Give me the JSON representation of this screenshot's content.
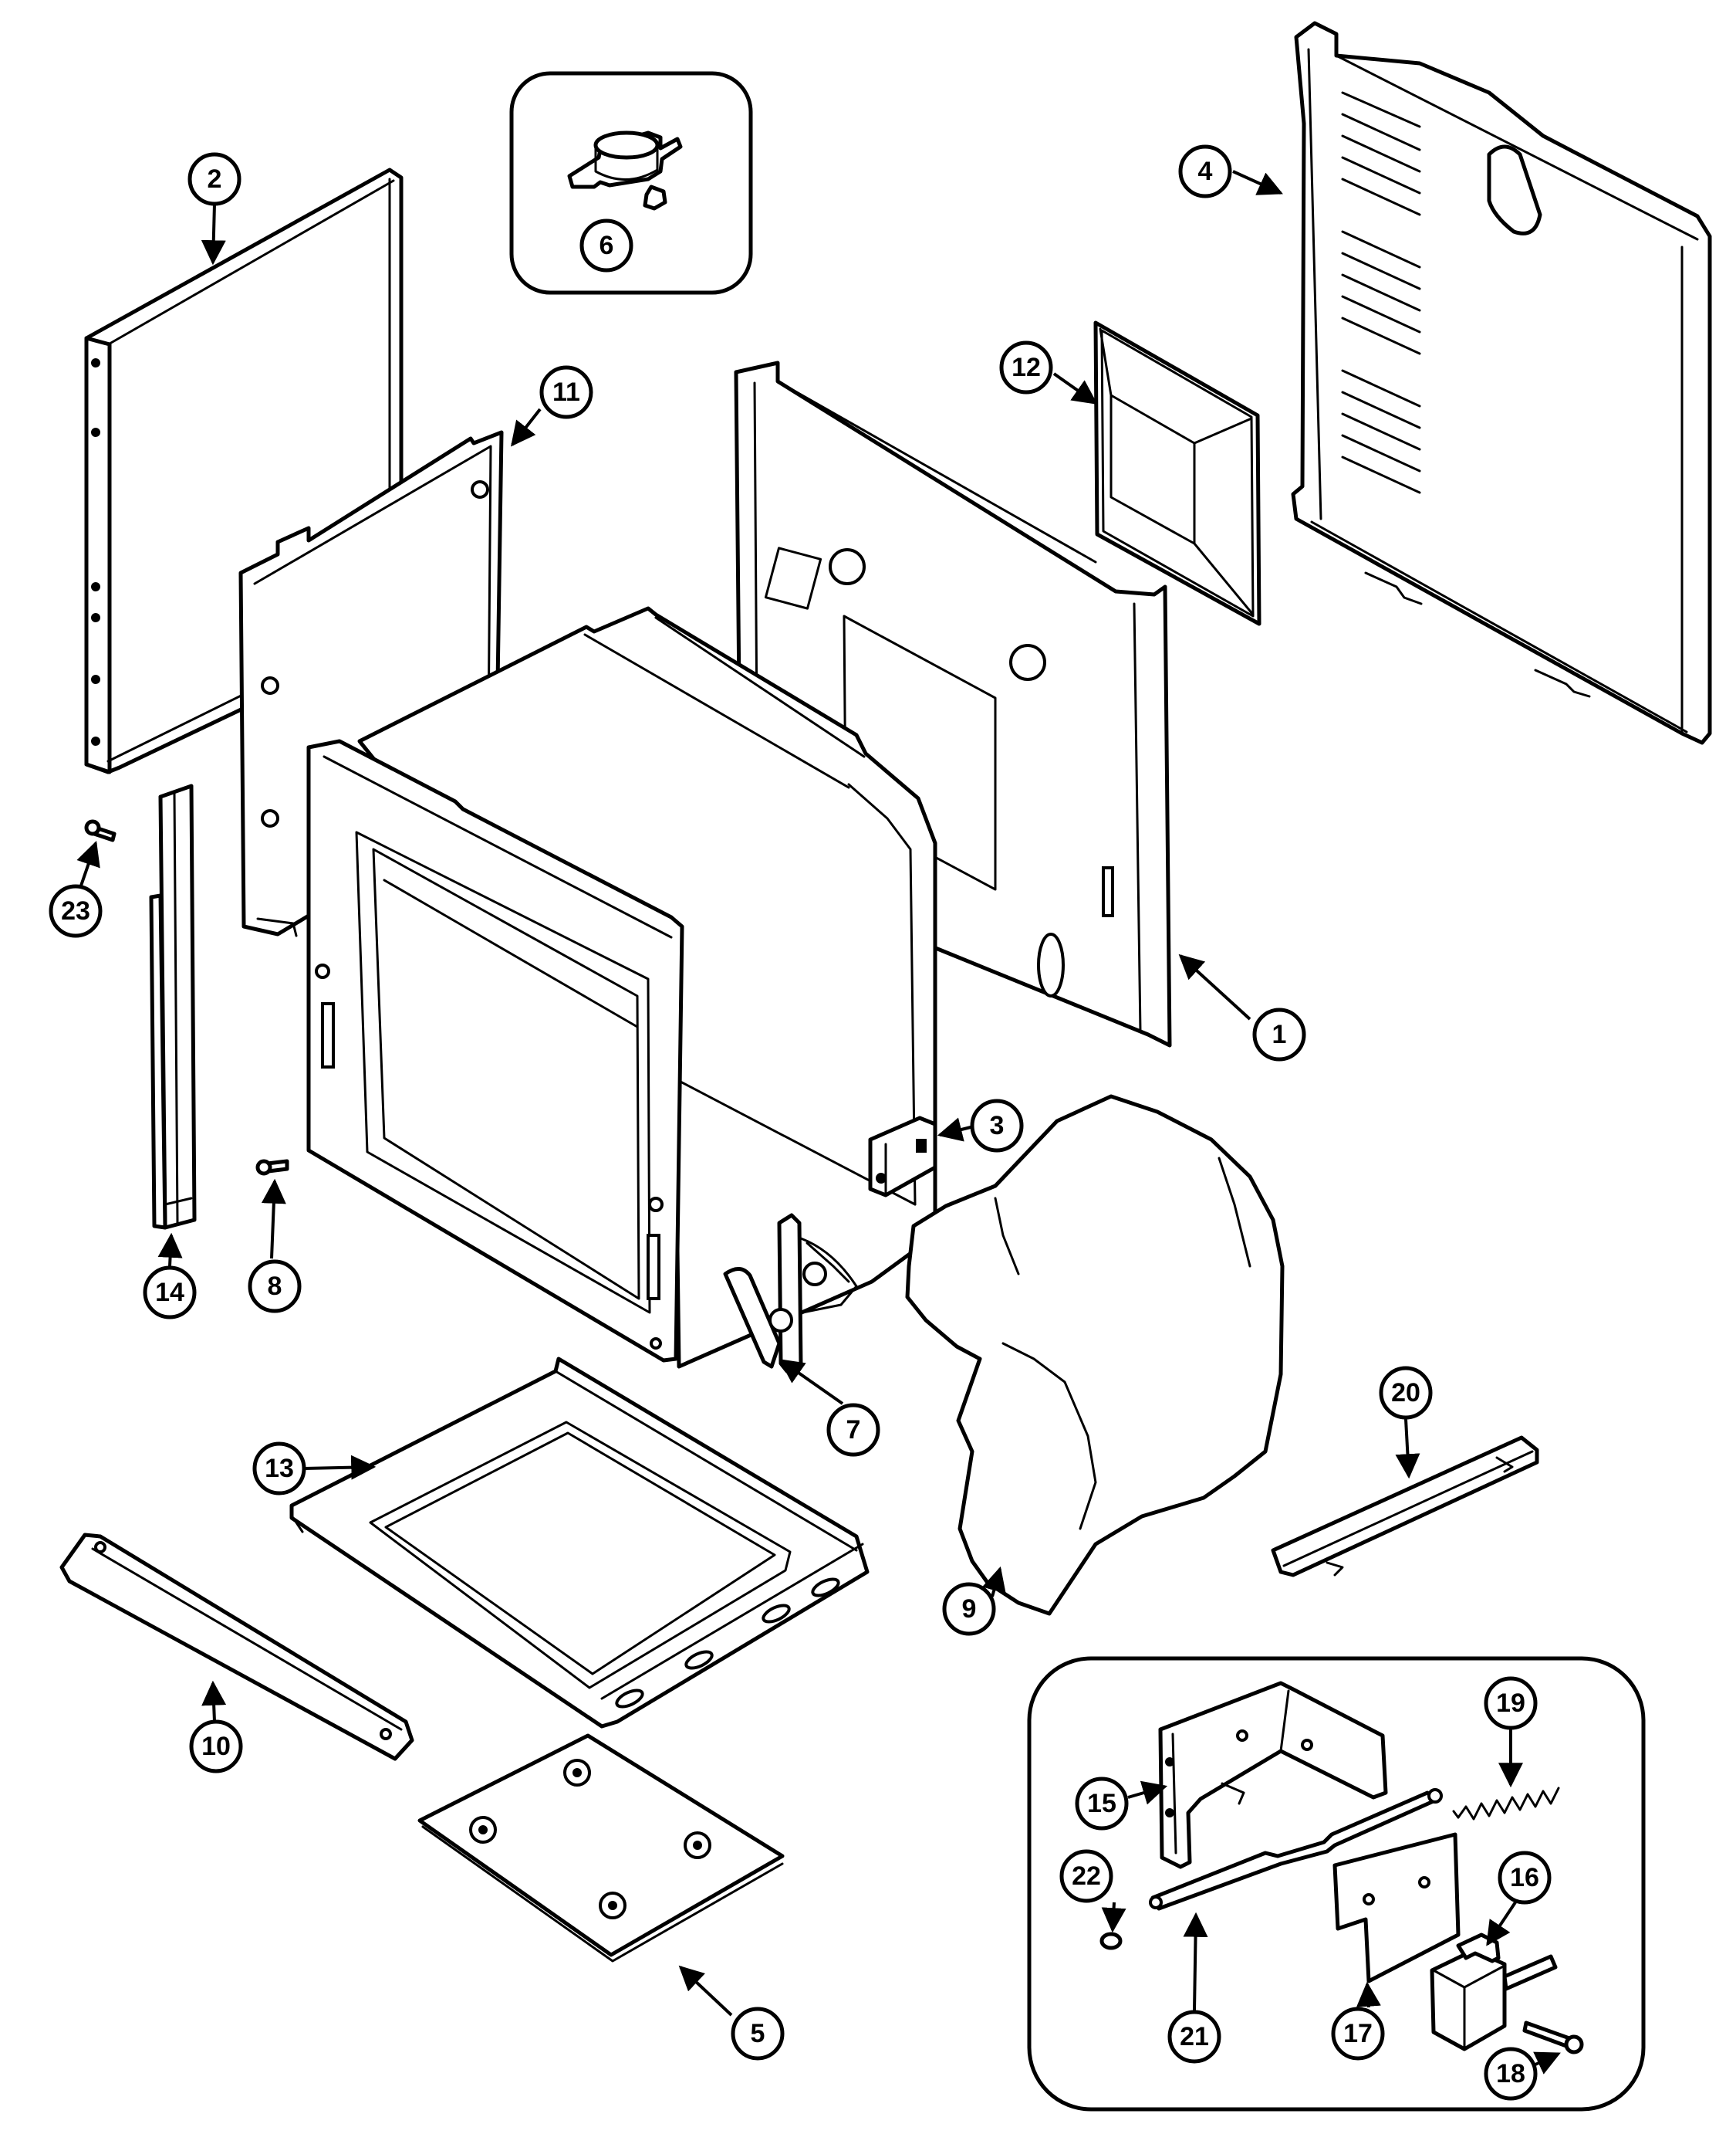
{
  "diagram": {
    "callouts": [
      "1",
      "2",
      "3",
      "4",
      "5",
      "6",
      "7",
      "8",
      "9",
      "10",
      "11",
      "12",
      "13",
      "14",
      "15",
      "16",
      "17",
      "18",
      "19",
      "20",
      "21",
      "22",
      "23"
    ],
    "colors": {
      "line": "#000000",
      "background": "#ffffff"
    }
  }
}
